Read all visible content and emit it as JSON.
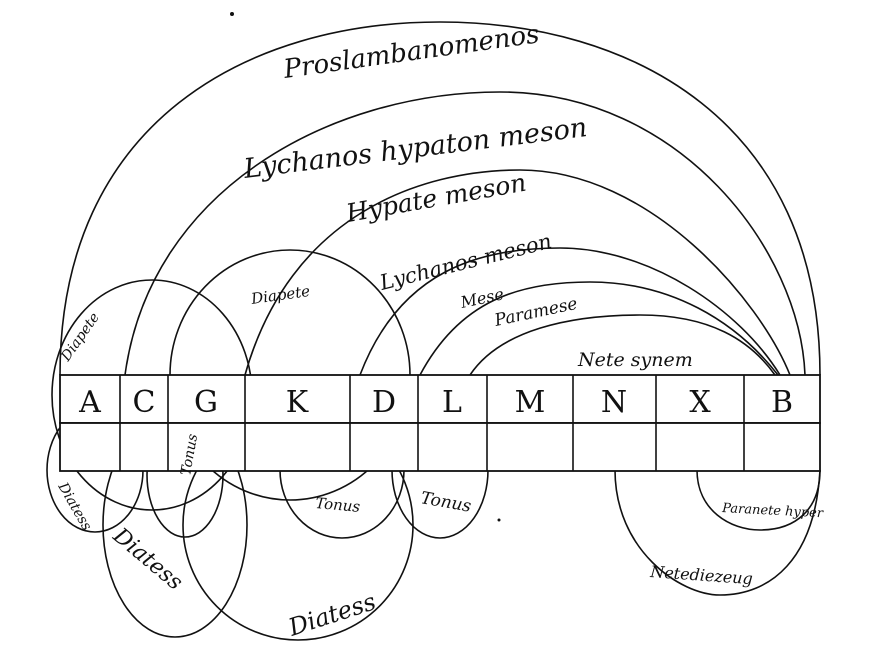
{
  "letters": [
    "A",
    "C",
    "G",
    "K",
    "D",
    "L",
    "M",
    "N",
    "X",
    "B"
  ],
  "arcs_above": {
    "proslambanomenos": "Proslambanomenos",
    "lychanos_hypaton_meson": "Lychanos hypaton meson",
    "hypate_meson": "Hypate meson",
    "lychanos_meson": "Lychanos meson",
    "mese": "Mese",
    "paramese": "Paramese",
    "nete_synem": "Nete synem"
  },
  "circles_above": {
    "diapente_left": "Diapete",
    "diapente_mid": "Diapete"
  },
  "below": {
    "diatess_1": "Diatess",
    "diatess_2": "Diatess",
    "diatess_3": "Diatess",
    "tonus_1": "Tonus",
    "tonus_2": "Tonus",
    "tonus_3": "Tonus",
    "paranete": "Paranete hyper",
    "nete_diezeug": "Netediezeug"
  },
  "colors": {
    "ink": "#111111",
    "paper": "#ffffff"
  }
}
